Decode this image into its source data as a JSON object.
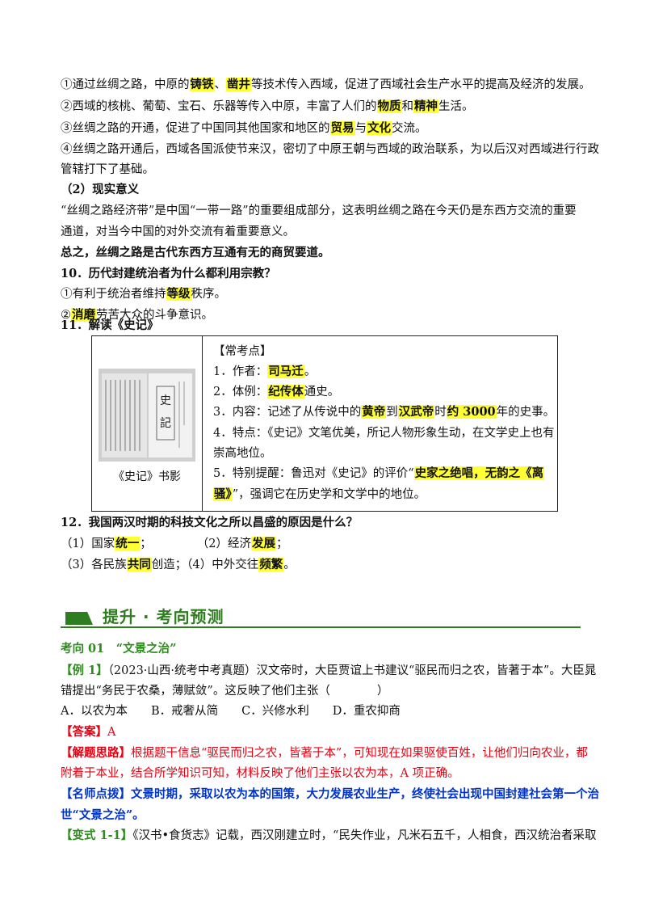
{
  "lines": {
    "l1a": "①通过丝绸之路，中原的",
    "l1b": "铸铁",
    "l1c": "、",
    "l1d": "凿井",
    "l1e": "等技术传入西域，促进了西域社会生产水平的提高及经济的发展。",
    "l2a": "②西域的核桃、葡萄、宝石、乐器等传入中原，丰富了人们的",
    "l2b": "物质",
    "l2c": "和",
    "l2d": "精神",
    "l2e": "生活。",
    "l3a": "③丝绸之路的开通，促进了中国同其他国家和地区的",
    "l3b": "贸易",
    "l3c": "与",
    "l3d": "文化",
    "l3e": "交流。",
    "l4": "④丝绸之路开通后，西域各国派使节来汉，密切了中原王朝与西域的政治联系，为以后汉对西域进行行政",
    "l5": "管辖打下了基础。",
    "l6": "（2）现实意义",
    "l7": "“丝绸之路经济带”是中国“一带一路”的重要组成部分，这表明丝绸之路在今天仍是东西方交流的重要",
    "l8": "通道，对当今中国的对外交流有着重要意义。",
    "l9": "总之，丝绸之路是古代东西方互通有无的商贸要道。",
    "l10": "10．历代封建统治者为什么都利用宗教？",
    "l11a": "①有利于统治者维持",
    "l11b": "等级",
    "l11c": "秩序。",
    "l12a": "②",
    "l12b": "消磨",
    "l12c": "劳苦大众的斗争意识。",
    "l13": "11．解读《史记》"
  },
  "table": {
    "caption": "《史记》书影",
    "book_title": "史記",
    "r0": "【常考点】",
    "r1a": "1．作者：",
    "r1b": "司马迁",
    "r1c": "。",
    "r2a": "2．体例：",
    "r2b": "纪传体",
    "r2c": "通史。",
    "r3a": "3．内容：记述了从传说中的",
    "r3b": "黄帝",
    "r3c": "到",
    "r3d": "汉武帝",
    "r3e": "时",
    "r3f": "约 3000",
    "r3g": "年的史事。",
    "r4a": "4．特点：《史记》文笔优美，所记人物形象生动，在文学史上也有",
    "r4b": "崇高地位。",
    "r5a": "5．特别提醒：鲁迅对《史记》的评价“",
    "r5b": "史家之绝唱，无韵之《离",
    "r6a": "骚》",
    "r6b": "”，强调它在历史学和文学中的地位。"
  },
  "q12": {
    "title": "12．我国两汉时期的科技文化之所以昌盛的原因是什么？",
    "a1": "（1）国家",
    "a1h": "统一",
    "a1e": "；",
    "a2": "（2）经济",
    "a2h": "发展",
    "a2e": "；",
    "a3": "（3）各民族",
    "a3h": "共同",
    "a3e": "创造；",
    "a4": "（4）中外交往",
    "a4h": "频繁",
    "a4e": "。"
  },
  "section": {
    "title": "提升 · 考向预测"
  },
  "kx": {
    "heading": "考向 01　“文景之治”",
    "ex_label": "【例 1】",
    "ex_text1": "（2023·山西·统考中考真题）汉文帝时，大臣贾谊上书建议“驱民而归之农，皆著于本”。大臣晁",
    "ex_text2": "错提出“务民于农桑，薄赋敛”。这反映了他们主张（　　　　）",
    "options": "A．以农为本　　B．戒奢从简　　C．兴修水利　　D．重农抑商",
    "ans_label": "【答案】",
    "ans": "A",
    "idea_label": "【解题思路】",
    "idea1": "根据题干信息“驱民而归之农，皆著于本”，可知现在如果驱使百姓，让他们归向农业，都",
    "idea2": "附着于本业，结合所学知识可知，材料反映了他们主张以农为本，A 项正确。",
    "tip_label": "【名师点拨】",
    "tip1": "文景时期，采取以农为本的国策，大力发展农业生产，终使社会出现中国封建社会第一个治",
    "tip2": "世“文景之治”。",
    "var_label": "【变式 1-1】",
    "var_text": "《汉书•食货志》记载，西汉刚建立时，“民失作业，凡米石五千，人相食，西汉统治者采取"
  },
  "colors": {
    "highlight": "#ffff33",
    "red": "#e60012",
    "blue": "#0033cc",
    "green": "#2e7d1e"
  }
}
